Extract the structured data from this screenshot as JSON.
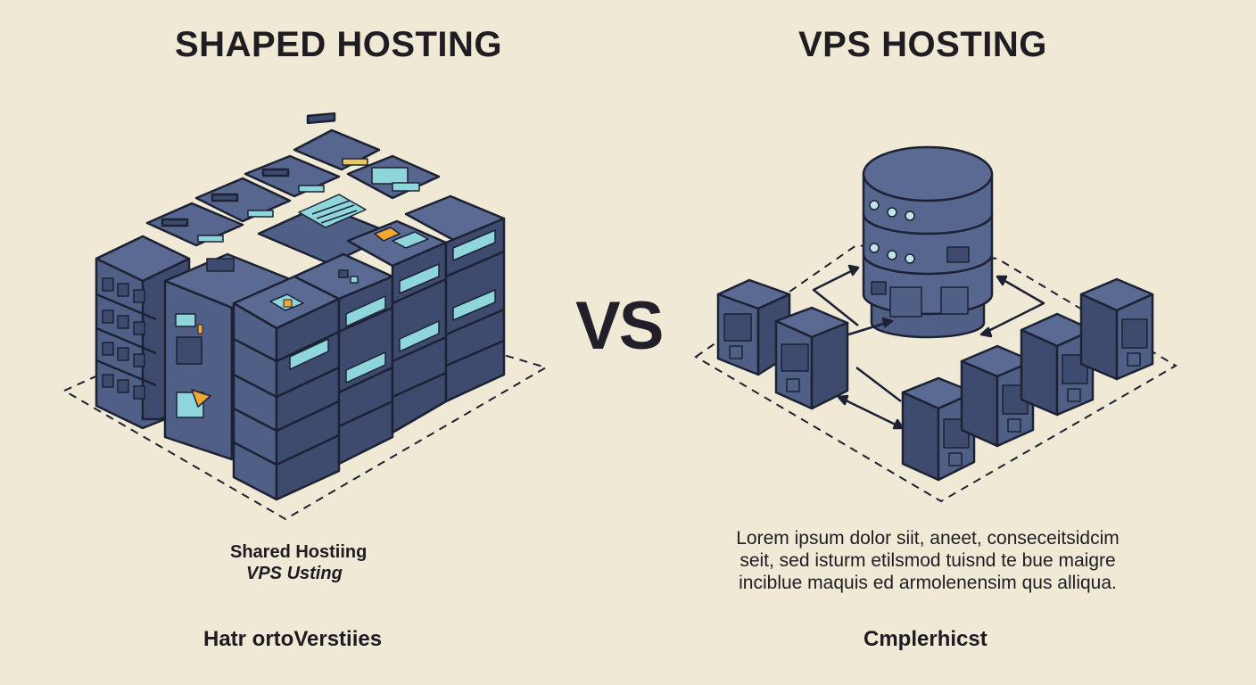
{
  "left_panel": {
    "title": "SHAPED HOSTING",
    "caption_primary": "Shared Hostiing",
    "caption_secondary": "VPS Usting",
    "footer": "Hatr ortoVerstiies",
    "illustration": "shared-server-rack-cluster"
  },
  "divider": {
    "label": "VS"
  },
  "right_panel": {
    "title": "VPS HOSTING",
    "description_lines": [
      "Lorem ipsum dolor siit, aneet, conseceitsidcim",
      "seit, sed isturm etilsmod tuisnd te bue maigre",
      "inciblue maquis ed armolenensim qus alliqua."
    ],
    "footer": "Cmplerhicst",
    "illustration": "central-database-with-virtual-servers"
  },
  "colors": {
    "background": "#efe9d6",
    "server_fill": "#4f5f86",
    "server_dark": "#3e4b6e",
    "outline": "#1c2233",
    "screen": "#8fd6dc",
    "accent": "#f0a830",
    "text": "#1f1d22"
  }
}
